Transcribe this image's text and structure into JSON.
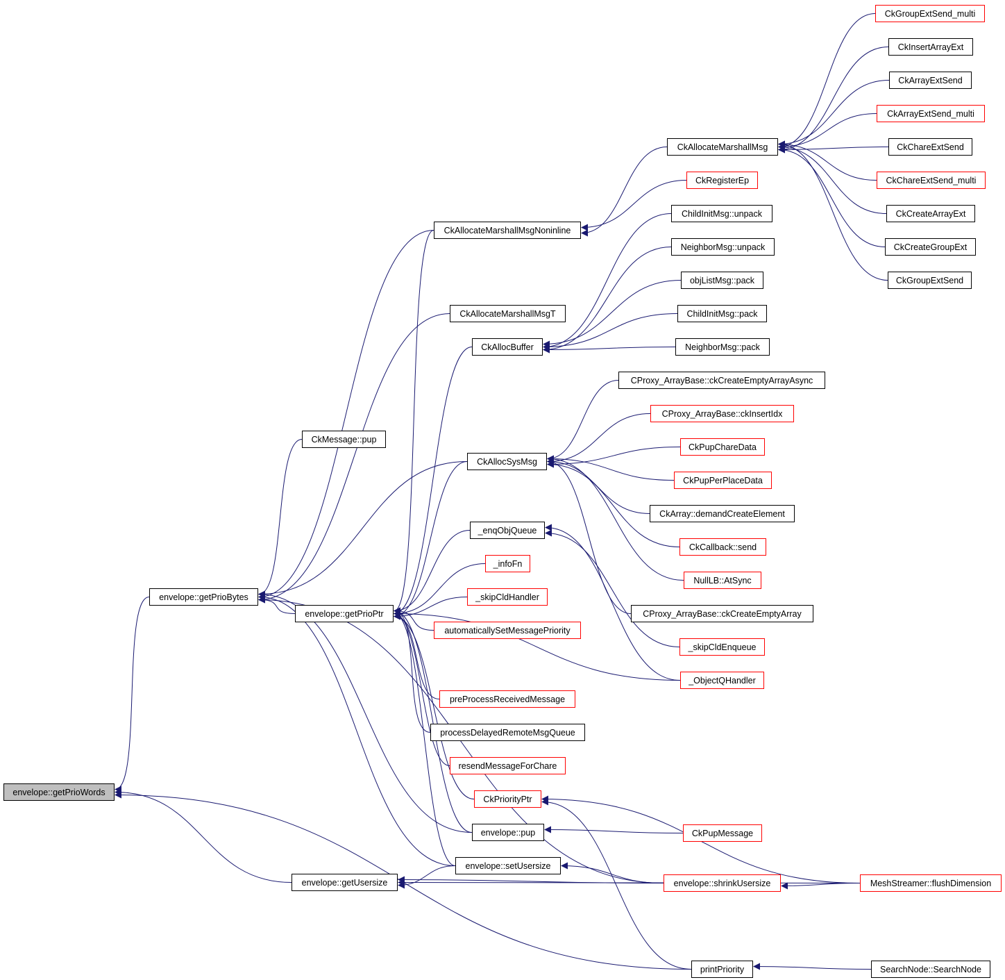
{
  "diagram": {
    "type": "caller-graph",
    "colors": {
      "edge": "#191970",
      "node_border": "#000000",
      "node_border_truncated": "#ff0000",
      "focus_fill": "#bfbfbf",
      "background": "#ffffff"
    },
    "nodes": {
      "getPrioWords": {
        "label": "envelope::getPrioWords",
        "style": "focus"
      },
      "getPrioBytes": {
        "label": "envelope::getPrioBytes",
        "style": "normal"
      },
      "getUsersize": {
        "label": "envelope::getUsersize",
        "style": "normal"
      },
      "getPrioPtr": {
        "label": "envelope::getPrioPtr",
        "style": "normal"
      },
      "CkMessagePup": {
        "label": "CkMessage::pup",
        "style": "normal"
      },
      "CkAllocateMarshallMsgNoninline": {
        "label": "CkAllocateMarshallMsgNoninline",
        "style": "normal"
      },
      "CkAllocateMarshallMsgT": {
        "label": "CkAllocateMarshallMsgT",
        "style": "normal"
      },
      "CkAllocBuffer": {
        "label": "CkAllocBuffer",
        "style": "normal"
      },
      "CkAllocSysMsg": {
        "label": "CkAllocSysMsg",
        "style": "normal"
      },
      "enqObjQueue": {
        "label": "_enqObjQueue",
        "style": "normal"
      },
      "infoFn": {
        "label": "_infoFn",
        "style": "truncated"
      },
      "skipCldHandler": {
        "label": "_skipCldHandler",
        "style": "truncated"
      },
      "autoSetPrio": {
        "label": "automaticallySetMessagePriority",
        "style": "truncated"
      },
      "preProcess": {
        "label": "preProcessReceivedMessage",
        "style": "truncated"
      },
      "processDelayed": {
        "label": "processDelayedRemoteMsgQueue",
        "style": "normal"
      },
      "resendMsg": {
        "label": "resendMessageForChare",
        "style": "truncated"
      },
      "CkPriorityPtr": {
        "label": "CkPriorityPtr",
        "style": "truncated"
      },
      "envelopePup": {
        "label": "envelope::pup",
        "style": "normal"
      },
      "setUsersize": {
        "label": "envelope::setUsersize",
        "style": "normal"
      },
      "CkAllocateMarshallMsg": {
        "label": "CkAllocateMarshallMsg",
        "style": "normal"
      },
      "CkRegisterEp": {
        "label": "CkRegisterEp",
        "style": "truncated"
      },
      "ChildInitUnpack": {
        "label": "ChildInitMsg::unpack",
        "style": "normal"
      },
      "NeighborUnpack": {
        "label": "NeighborMsg::unpack",
        "style": "normal"
      },
      "objListPack": {
        "label": "objListMsg::pack",
        "style": "normal"
      },
      "ChildInitPack": {
        "label": "ChildInitMsg::pack",
        "style": "normal"
      },
      "NeighborPack": {
        "label": "NeighborMsg::pack",
        "style": "normal"
      },
      "ckCreateEmptyArrayAsync": {
        "label": "CProxy_ArrayBase::ckCreateEmptyArrayAsync",
        "style": "normal"
      },
      "ckInsertIdx": {
        "label": "CProxy_ArrayBase::ckInsertIdx",
        "style": "truncated"
      },
      "CkPupChareData": {
        "label": "CkPupChareData",
        "style": "truncated"
      },
      "CkPupPerPlaceData": {
        "label": "CkPupPerPlaceData",
        "style": "truncated"
      },
      "demandCreateElement": {
        "label": "CkArray::demandCreateElement",
        "style": "normal"
      },
      "CkCallbackSend": {
        "label": "CkCallback::send",
        "style": "truncated"
      },
      "NullLBAtSync": {
        "label": "NullLB::AtSync",
        "style": "truncated"
      },
      "ckCreateEmptyArray": {
        "label": "CProxy_ArrayBase::ckCreateEmptyArray",
        "style": "normal"
      },
      "skipCldEnqueue": {
        "label": "_skipCldEnqueue",
        "style": "truncated"
      },
      "ObjectQHandler": {
        "label": "_ObjectQHandler",
        "style": "truncated"
      },
      "CkPupMessage": {
        "label": "CkPupMessage",
        "style": "truncated"
      },
      "shrinkUsersize": {
        "label": "envelope::shrinkUsersize",
        "style": "truncated"
      },
      "printPriority": {
        "label": "printPriority",
        "style": "normal"
      },
      "CkGroupExtSend_multi": {
        "label": "CkGroupExtSend_multi",
        "style": "truncated"
      },
      "CkInsertArrayExt": {
        "label": "CkInsertArrayExt",
        "style": "normal"
      },
      "CkArrayExtSend": {
        "label": "CkArrayExtSend",
        "style": "normal"
      },
      "CkArrayExtSend_multi": {
        "label": "CkArrayExtSend_multi",
        "style": "truncated"
      },
      "CkChareExtSend": {
        "label": "CkChareExtSend",
        "style": "normal"
      },
      "CkChareExtSend_multi": {
        "label": "CkChareExtSend_multi",
        "style": "truncated"
      },
      "CkCreateArrayExt": {
        "label": "CkCreateArrayExt",
        "style": "normal"
      },
      "CkCreateGroupExt": {
        "label": "CkCreateGroupExt",
        "style": "normal"
      },
      "CkGroupExtSend": {
        "label": "CkGroupExtSend",
        "style": "normal"
      },
      "flushDimension": {
        "label": "MeshStreamer::flushDimension",
        "style": "truncated"
      },
      "SearchNode": {
        "label": "SearchNode::SearchNode",
        "style": "normal"
      }
    },
    "edges": [
      [
        "getPrioBytes",
        "getPrioWords"
      ],
      [
        "getUsersize",
        "getPrioWords"
      ],
      [
        "printPriority",
        "getPrioWords"
      ],
      [
        "CkMessagePup",
        "getPrioBytes"
      ],
      [
        "CkAllocateMarshallMsgNoninline",
        "getPrioBytes"
      ],
      [
        "CkAllocateMarshallMsgT",
        "getPrioBytes"
      ],
      [
        "CkAllocSysMsg",
        "getPrioBytes"
      ],
      [
        "CkAllocDemand",
        "getPrioBytes"
      ],
      [
        "getPrioPtr",
        "getPrioBytes"
      ],
      [
        "envelopePup",
        "getPrioBytes"
      ],
      [
        "setUsersize",
        "getPrioBytes"
      ],
      [
        "shrinkUsersize",
        "getPrioBytes"
      ],
      [
        "CkAllocateMarshallMsgNoninline",
        "getPrioPtr"
      ],
      [
        "CkAllocBuffer",
        "getPrioPtr"
      ],
      [
        "CkAllocSysMsg",
        "getPrioPtr"
      ],
      [
        "enqObjQueue",
        "getPrioPtr"
      ],
      [
        "infoFn",
        "getPrioPtr"
      ],
      [
        "skipCldHandler",
        "getPrioPtr"
      ],
      [
        "autoSetPrio",
        "getPrioPtr"
      ],
      [
        "ObjectQHandler",
        "getPrioPtr"
      ],
      [
        "preProcess",
        "getPrioPtr"
      ],
      [
        "processDelayed",
        "getPrioPtr"
      ],
      [
        "resendMsg",
        "getPrioPtr"
      ],
      [
        "CkPriorityPtr",
        "getPrioPtr"
      ],
      [
        "envelopePup",
        "getPrioPtr"
      ],
      [
        "setUsersize",
        "getPrioPtr"
      ],
      [
        "setUsersize",
        "getUsersize"
      ],
      [
        "shrinkUsersize",
        "getUsersize"
      ],
      [
        "flushDimension",
        "getUsersize"
      ],
      [
        "CkAllocateMarshallMsg",
        "CkAllocateMarshallMsgNoninline"
      ],
      [
        "CkRegisterEp",
        "CkAllocateMarshallMsgNoninline"
      ],
      [
        "ChildInitUnpack",
        "CkAllocBuffer"
      ],
      [
        "NeighborUnpack",
        "CkAllocBuffer"
      ],
      [
        "objListPack",
        "CkAllocBuffer"
      ],
      [
        "ChildInitPack",
        "CkAllocBuffer"
      ],
      [
        "NeighborPack",
        "CkAllocBuffer"
      ],
      [
        "ckCreateEmptyArrayAsync",
        "CkAllocSysMsg"
      ],
      [
        "ckInsertIdx",
        "CkAllocSysMsg"
      ],
      [
        "CkPupChareData",
        "CkAllocSysMsg"
      ],
      [
        "CkPupPerPlaceData",
        "CkAllocSysMsg"
      ],
      [
        "demandCreateElement",
        "CkAllocSysMsg"
      ],
      [
        "CkCallbackSend",
        "CkAllocSysMsg"
      ],
      [
        "NullLBAtSync",
        "CkAllocSysMsg"
      ],
      [
        "ckCreateEmptyArray",
        "CkAllocSysMsg"
      ],
      [
        "skipCldEnqueue",
        "enqObjQueue"
      ],
      [
        "ObjectQHandler",
        "enqObjQueue"
      ],
      [
        "flushDimension",
        "CkPriorityPtr"
      ],
      [
        "printPriority",
        "CkPriorityPtr"
      ],
      [
        "CkPupMessage",
        "envelopePup"
      ],
      [
        "shrinkUsersize",
        "setUsersize"
      ],
      [
        "flushDimension",
        "shrinkUsersize"
      ],
      [
        "SearchNode",
        "printPriority"
      ],
      [
        "CkGroupExtSend_multi",
        "CkAllocateMarshallMsg"
      ],
      [
        "CkInsertArrayExt",
        "CkAllocateMarshallMsg"
      ],
      [
        "CkArrayExtSend",
        "CkAllocateMarshallMsg"
      ],
      [
        "CkArrayExtSend_multi",
        "CkAllocateMarshallMsg"
      ],
      [
        "CkChareExtSend",
        "CkAllocateMarshallMsg"
      ],
      [
        "CkChareExtSend_multi",
        "CkAllocateMarshallMsg"
      ],
      [
        "CkCreateArrayExt",
        "CkAllocateMarshallMsg"
      ],
      [
        "CkCreateGroupExt",
        "CkAllocateMarshallMsg"
      ],
      [
        "CkGroupExtSend",
        "CkAllocateMarshallMsg"
      ]
    ]
  }
}
